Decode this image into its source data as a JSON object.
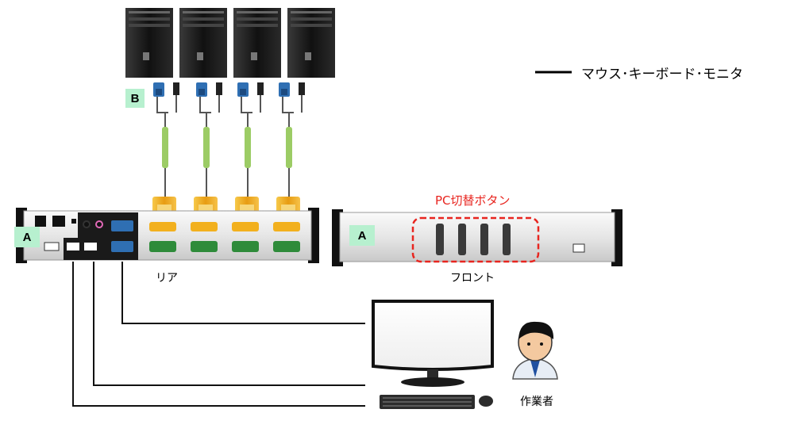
{
  "legend": {
    "label": "マウス･キーボード･モニタ",
    "line_color": "#000000"
  },
  "labels": {
    "badge_b": "B",
    "badge_a_rear": "A",
    "badge_a_front": "A",
    "rear": "リア",
    "front": "フロント",
    "switch_buttons": "PC切替ボタン",
    "operator": "作業者"
  },
  "colors": {
    "badge_bg": "#b7f0cf",
    "highlight_red": "#e8251f",
    "cable_green": "#9ccc65",
    "vga_blue": "#2f6fb3",
    "connector_gold": "#f2b01e",
    "port_green": "#2e8b3a"
  },
  "computers": [
    "pc-1",
    "pc-2",
    "pc-3",
    "pc-4"
  ]
}
